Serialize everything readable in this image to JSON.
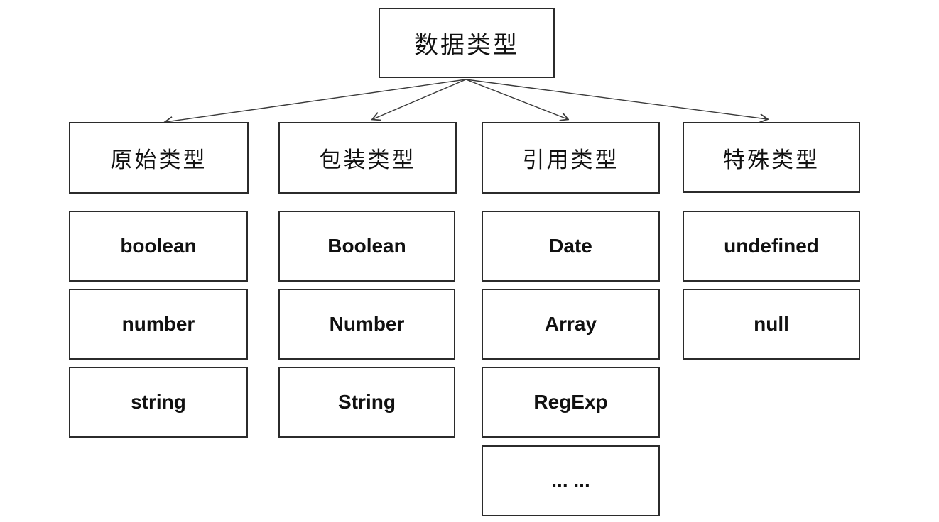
{
  "diagram": {
    "root": {
      "label": "数据类型"
    },
    "branches": [
      {
        "label": "原始类型",
        "children": [
          "boolean",
          "number",
          "string"
        ]
      },
      {
        "label": "包装类型",
        "children": [
          "Boolean",
          "Number",
          "String"
        ]
      },
      {
        "label": "引用类型",
        "children": [
          "Date",
          "Array",
          "RegExp",
          "... ..."
        ]
      },
      {
        "label": "特殊类型",
        "children": [
          "undefined",
          "null"
        ]
      }
    ],
    "colors": {
      "border": "#2b2b2b",
      "connector": "#3a3a3a",
      "text": "#111111",
      "background": "#ffffff"
    }
  }
}
